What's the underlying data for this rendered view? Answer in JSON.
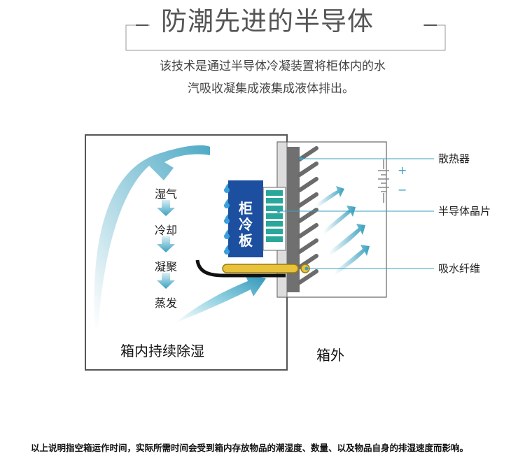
{
  "title": "防潮先进的半导体",
  "description": {
    "line1": "该技术是通过半导体冷凝装置将柜体内的水",
    "line2": "汽吸收凝集成液集成液体排出。"
  },
  "diagram": {
    "flow_steps": [
      "湿气",
      "冷却",
      "凝聚",
      "蒸发"
    ],
    "cold_plate_chars": [
      "柜",
      "冷",
      "板"
    ],
    "callouts": {
      "heatsink": "散热器",
      "chip": "半导体晶片",
      "fiber": "吸水纤维"
    },
    "battery_plus": "+",
    "battery_minus": "−",
    "inside_label": "箱内持续除湿",
    "outside_label": "箱外"
  },
  "footnote": "以上说明指空箱运作时间，实际所需时间会受到箱内存放物品的潮湿度、数量、以及物品自身的排湿速度而影响。",
  "colors": {
    "cold_plate": "#1c4fa0",
    "chip": "#2aa79b",
    "fiber": "#e7c23a",
    "arrow": "#3aa0bf",
    "heatsink": "#6b6b6b"
  }
}
